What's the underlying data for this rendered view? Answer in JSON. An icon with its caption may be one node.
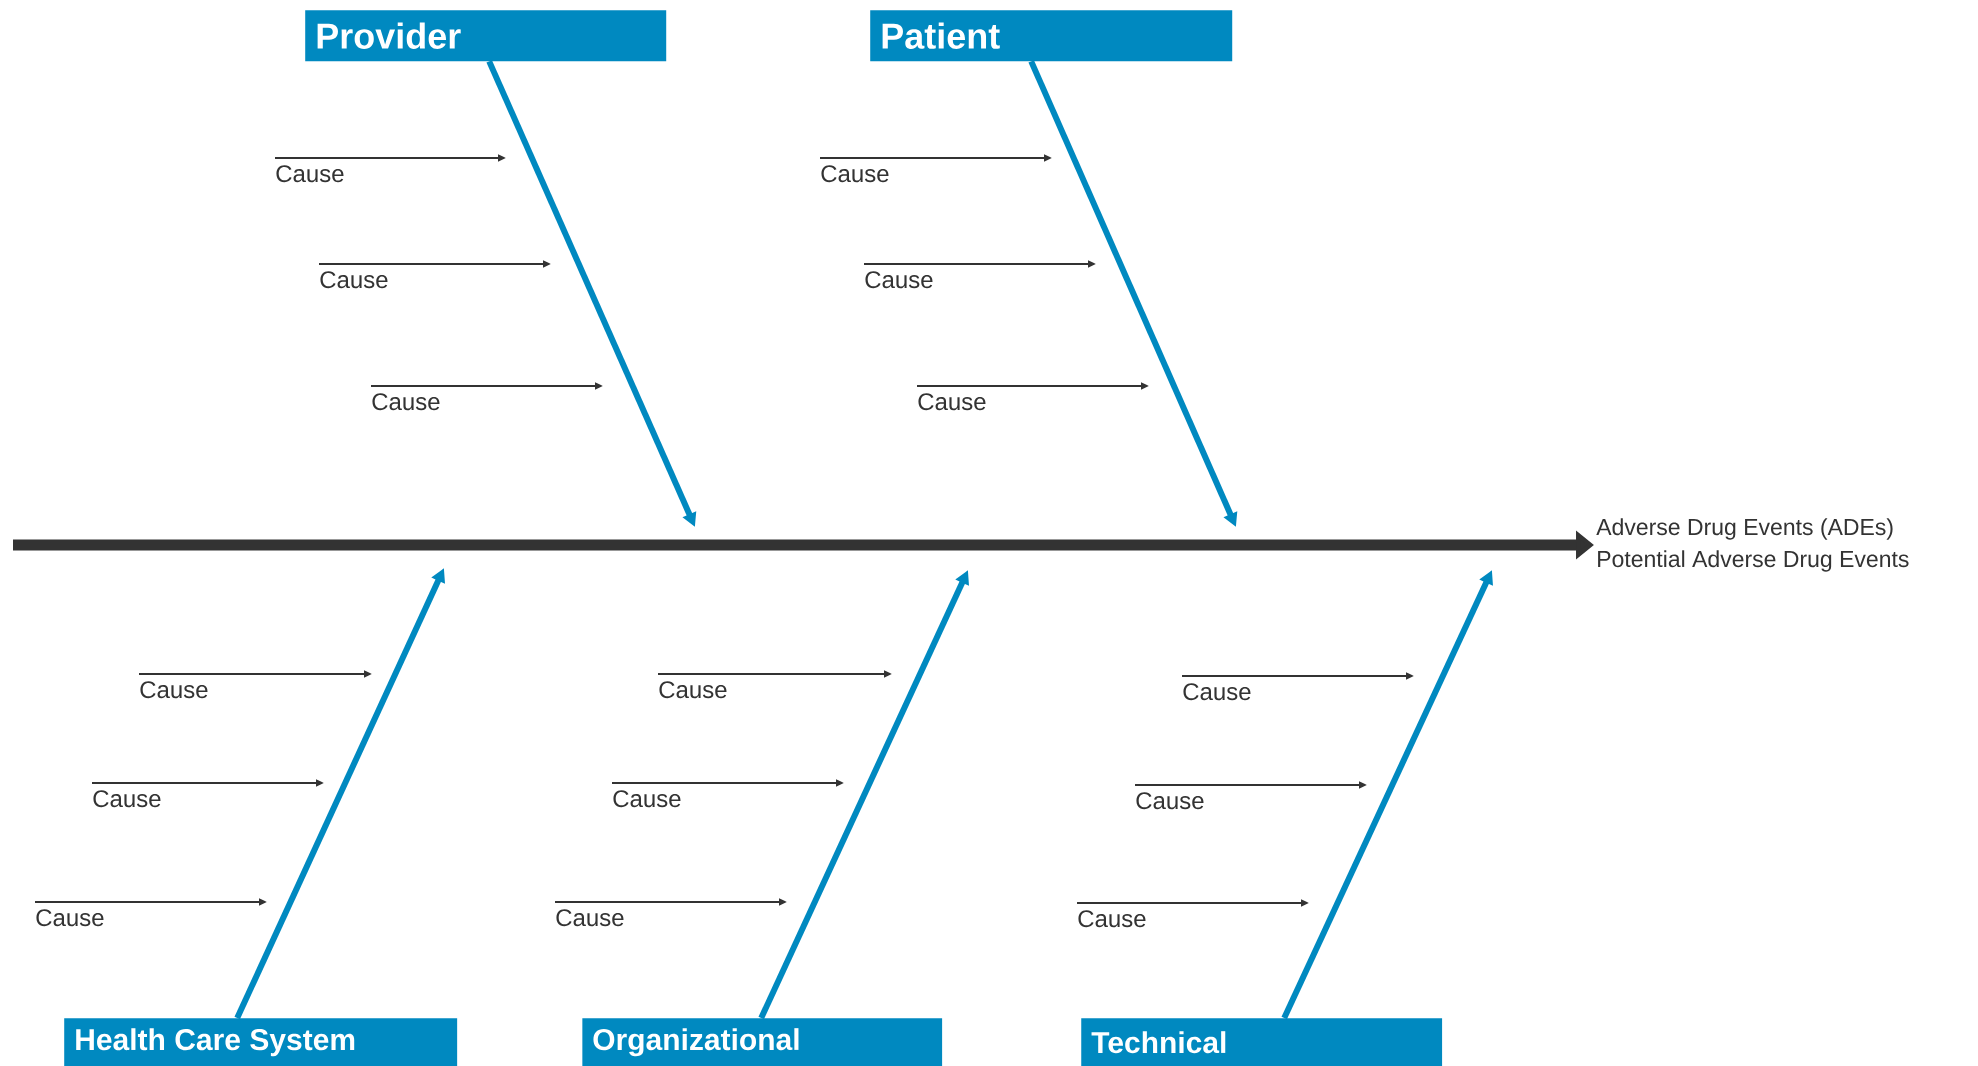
{
  "diagram": {
    "nodes": [
      {
        "text": [
          "Provider"
        ]
      },
      {
        "text": [
          "Patient"
        ]
      },
      {
        "text": [
          "Health Care System"
        ]
      },
      {
        "text": [
          "Organizational"
        ]
      },
      {
        "text": [
          "Technical"
        ]
      },
      {
        "text": [
          "Adverse Drug Events (ADEs)",
          "Potential Adverse Drug Events"
        ]
      },
      {
        "text": [
          "Cause"
        ]
      },
      {
        "text": [
          "Cause"
        ]
      },
      {
        "text": [
          "Cause"
        ]
      },
      {
        "text": [
          "Cause"
        ]
      },
      {
        "text": [
          "Cause"
        ]
      },
      {
        "text": [
          "Cause"
        ]
      },
      {
        "text": [
          "Cause"
        ]
      },
      {
        "text": [
          "Cause"
        ]
      },
      {
        "text": [
          "Cause"
        ]
      },
      {
        "text": [
          "Cause"
        ]
      },
      {
        "text": [
          "Cause"
        ]
      },
      {
        "text": [
          "Cause"
        ]
      },
      {
        "text": [
          "Cause"
        ]
      },
      {
        "text": [
          "Cause"
        ]
      },
      {
        "text": [
          "Cause"
        ]
      }
    ],
    "edges": [
      {
        "from": null,
        "to": 5,
        "arrow": "to",
        "style": "thick"
      },
      {
        "from": 0,
        "to": null,
        "arrow": "to",
        "style": "thick",
        "color": "#0089c0"
      },
      {
        "from": 1,
        "to": null,
        "arrow": "to",
        "style": "thick",
        "color": "#0089c0"
      },
      {
        "from": 2,
        "to": null,
        "arrow": "to",
        "style": "thick",
        "color": "#0089c0"
      },
      {
        "from": 3,
        "to": null,
        "arrow": "to",
        "style": "thick",
        "color": "#0089c0"
      },
      {
        "from": 4,
        "to": null,
        "arrow": "to",
        "style": "thick",
        "color": "#0089c0"
      },
      {
        "from": 6,
        "to": null,
        "arrow": "to"
      },
      {
        "from": 7,
        "to": null,
        "arrow": "to"
      },
      {
        "from": 8,
        "to": null,
        "arrow": "to"
      },
      {
        "from": 9,
        "to": null,
        "arrow": "to"
      },
      {
        "from": 10,
        "to": null,
        "arrow": "to"
      },
      {
        "from": 11,
        "to": null,
        "arrow": "to"
      },
      {
        "from": 12,
        "to": null,
        "arrow": "to"
      },
      {
        "from": 13,
        "to": null,
        "arrow": "to"
      },
      {
        "from": 14,
        "to": null,
        "arrow": "to"
      },
      {
        "from": 15,
        "to": null,
        "arrow": "to"
      },
      {
        "from": 16,
        "to": null,
        "arrow": "to"
      },
      {
        "from": 17,
        "to": null,
        "arrow": "to"
      },
      {
        "from": 18,
        "to": null,
        "arrow": "to"
      },
      {
        "from": 19,
        "to": null,
        "arrow": "to"
      },
      {
        "from": 20,
        "to": null,
        "arrow": "to"
      }
    ]
  }
}
